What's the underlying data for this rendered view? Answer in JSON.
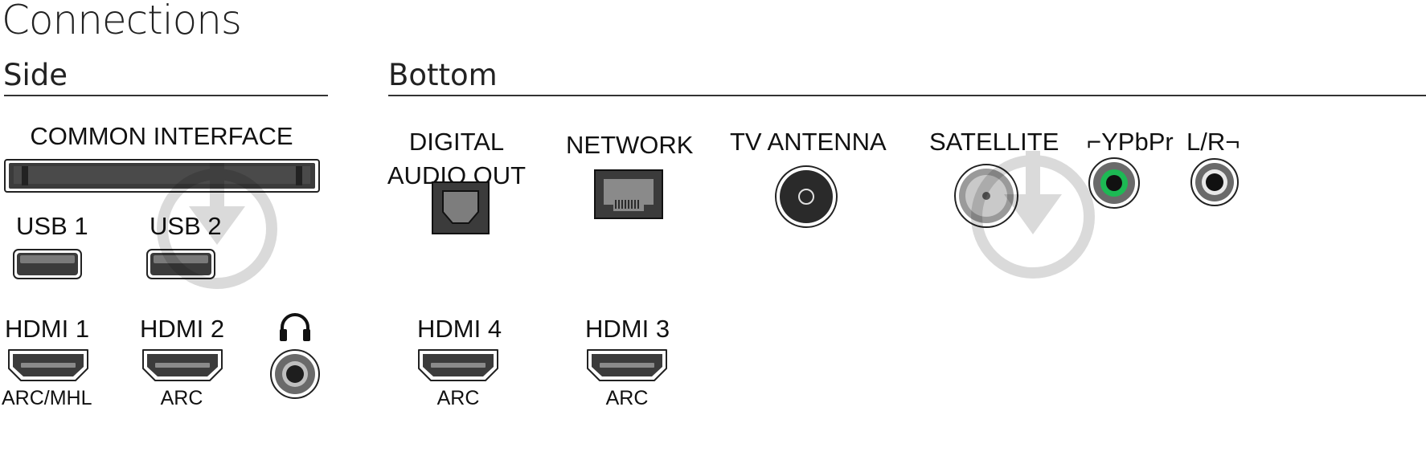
{
  "title": "Connections",
  "sections": {
    "side": "Side",
    "bottom": "Bottom"
  },
  "side": {
    "common_interface": "COMMON INTERFACE",
    "usb1": "USB 1",
    "usb2": "USB 2",
    "hdmi1": {
      "label": "HDMI 1",
      "sub": "ARC/MHL"
    },
    "hdmi2": {
      "label": "HDMI 2",
      "sub": "ARC"
    }
  },
  "bottom": {
    "digital_audio_out_line1": "DIGITAL",
    "digital_audio_out_line2": "AUDIO OUT",
    "network": "NETWORK",
    "tv_antenna": "TV ANTENNA",
    "satellite": "SATELLITE",
    "ypbpr": "⌐YPbPr",
    "lr": "L/R¬",
    "hdmi4": {
      "label": "HDMI 4",
      "sub": "ARC"
    },
    "hdmi3": {
      "label": "HDMI 3",
      "sub": "ARC"
    }
  },
  "icons": {
    "headphone": "headphone-icon",
    "watermark": "download-watermark-icon"
  },
  "colors": {
    "port_dark": "#3a3a3a",
    "ypbpr_ring": "#1db954",
    "watermark": "#000000"
  }
}
